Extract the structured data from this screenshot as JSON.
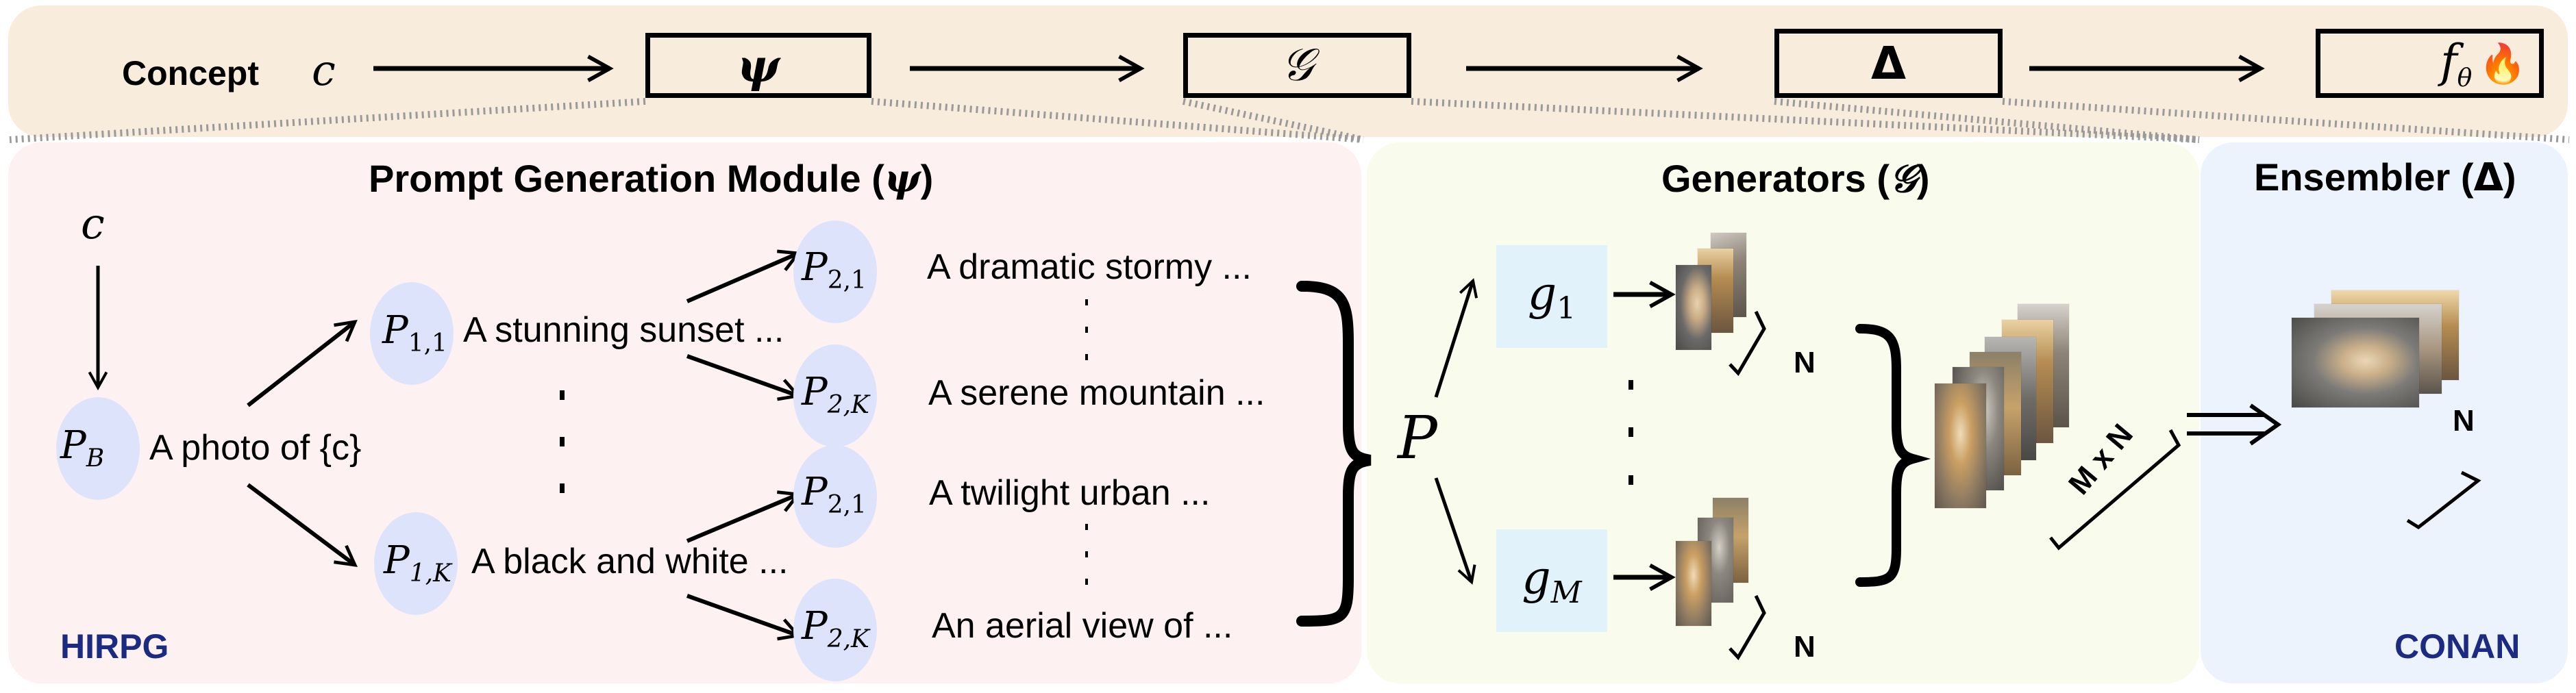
{
  "pipeline": {
    "concept_label": "Concept",
    "concept_symbol": "c",
    "stages": [
      {
        "name": "prompt-generation",
        "symbol": "ψ"
      },
      {
        "name": "generators",
        "symbol": "𝒢"
      },
      {
        "name": "ensembler",
        "symbol": "Δ"
      },
      {
        "name": "model",
        "symbol": "f",
        "subscript": "θ",
        "icon": "fire-icon",
        "icon_glyph": "🔥"
      }
    ]
  },
  "prompt_module": {
    "title": "Prompt Generation Module",
    "title_symbol": "ψ",
    "concept_symbol": "c",
    "base_prompt": {
      "label": "P",
      "sub": "B",
      "text": "A photo of {c}"
    },
    "level1": [
      {
        "label": "P",
        "sub": "1,1",
        "text": "A stunning sunset ..."
      },
      {
        "label": "P",
        "sub": "1,K",
        "text": "A black and white ..."
      }
    ],
    "level2": [
      {
        "label": "P",
        "sub": "2,1",
        "text": "A dramatic stormy ..."
      },
      {
        "label": "P",
        "sub": "2,K",
        "text": "A serene mountain ..."
      },
      {
        "label": "P",
        "sub": "2,1",
        "text": "A twilight urban ..."
      },
      {
        "label": "P",
        "sub": "2,K",
        "text": "An aerial view of ..."
      }
    ],
    "ellipsis": "·",
    "tag": "HIRPG"
  },
  "generators": {
    "title": "Generators",
    "title_symbol": "𝒢",
    "prompt_set_symbol": "P",
    "items": [
      {
        "label": "g",
        "sub": "1",
        "count_label": "N"
      },
      {
        "label": "g",
        "sub": "M",
        "count_label": "N"
      }
    ],
    "combined_count_label": "M x N"
  },
  "ensembler": {
    "title": "Ensembler",
    "title_symbol": "Δ",
    "count_label": "N",
    "tag": "CONAN"
  },
  "colors": {
    "top_bar": "#f8ecdc",
    "prompt_panel": "#fdf2f1",
    "generator_panel": "#f9fbec",
    "ensembler_panel": "#edf3fc",
    "prompt_node": "#dde3fb",
    "generator_box": "#e1f2fb",
    "tag_text": "#1b2a82"
  }
}
